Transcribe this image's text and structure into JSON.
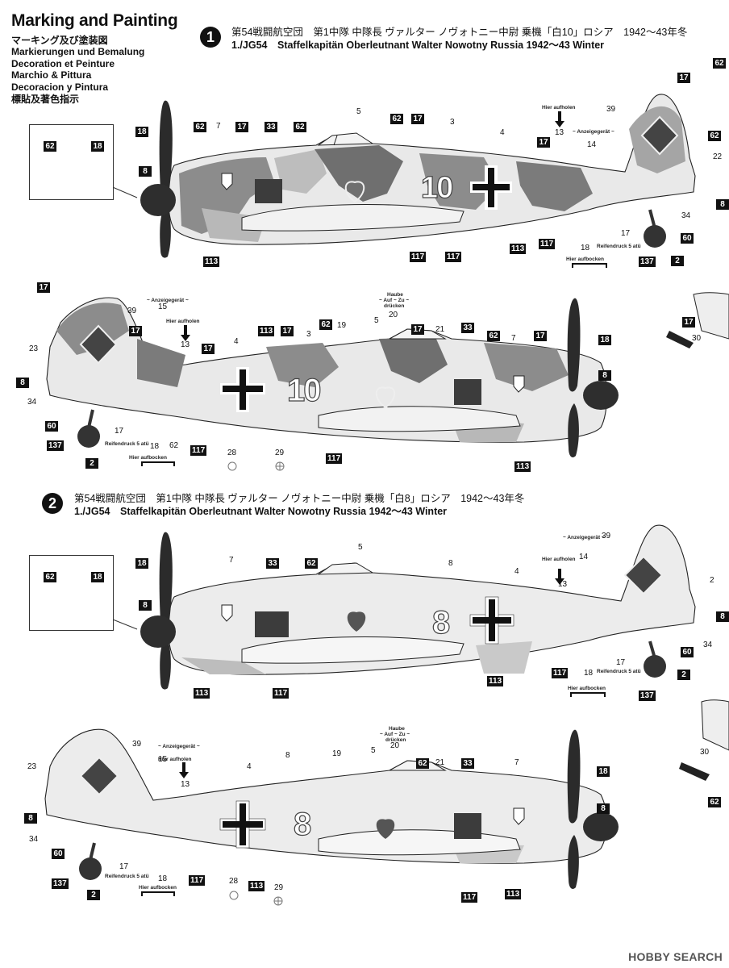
{
  "header": {
    "title": "Marking and Painting",
    "languages": [
      "マーキング及び塗装図",
      "Markierungen und Bemalung",
      "Decoration et Peinture",
      "Marchio & Pittura",
      "Decoracion y Pintura",
      "標貼及著色指示"
    ]
  },
  "schemes": [
    {
      "number": "1",
      "line_jp": "第54戦闘航空団　第1中隊 中隊長 ヴァルター ノヴォトニー中尉 乗機「白10」ロシア　1942〜43年冬",
      "line_en": "1./JG54　Staffelkapitän Oberleutnant Walter Nowotny Russia 1942〜43 Winter",
      "aircraft_number": "10"
    },
    {
      "number": "2",
      "line_jp": "第54戦闘航空団　第1中隊 中隊長 ヴァルター ノヴォトニー中尉 乗機「白8」ロシア　1942〜43年冬",
      "line_en": "1./JG54　Staffelkapitän Oberleutnant Walter Nowotny Russia 1942〜43 Winter",
      "aircraft_number": "8"
    }
  ],
  "captions": {
    "hier_aufholen": "Hier aufholen",
    "hier_aufbocken": "Hier aufbocken",
    "reifendruck": "Reifendruck 5 atü",
    "anzeige": "~ Anzeigegerät ~",
    "haube": "Haube",
    "auf_zu": "~ Auf ~ Zu ~",
    "drucken": "drücken"
  },
  "inset_codes": [
    "62",
    "18"
  ],
  "watermark": "HOBBY SEARCH",
  "colors": {
    "dark_grey": "#5a5a5a",
    "light_grey": "#b9b9b9",
    "white_wash": "#e9e9e9",
    "wash_mottle": "#9e9e9e",
    "underside": "#c9c9c9",
    "black": "#111111"
  }
}
